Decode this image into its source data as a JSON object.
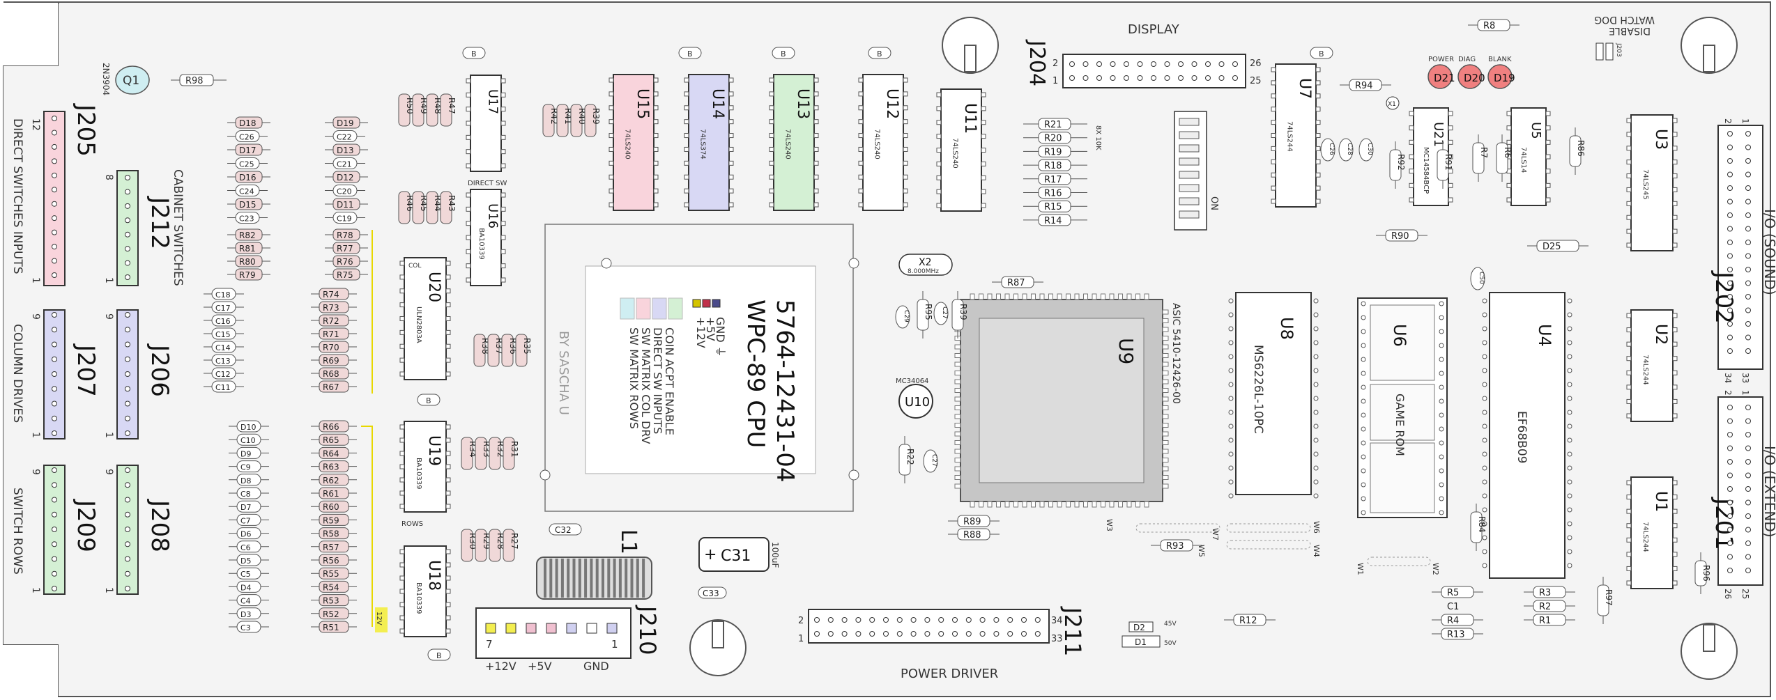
{
  "board": {
    "title_line1": "5764-12431-04",
    "title_line2": "WPC-89 CPU",
    "credit": "BY SASCHA U"
  },
  "legend": [
    {
      "text": "GND ⏚",
      "color": "#4a4a8a"
    },
    {
      "text": "+5V",
      "color": "#c0304a"
    },
    {
      "text": "+12V",
      "color": "#d4c400"
    },
    {
      "text": "COIN ACPT ENABLE",
      "color": "#cfeef2"
    },
    {
      "text": "DIRECT SW INPUTS",
      "color": "#f9d4dc"
    },
    {
      "text": "SW MATRIX COL DRV",
      "color": "#d8d8f4"
    },
    {
      "text": "SW MATRIX ROWS",
      "color": "#d4f0d4"
    }
  ],
  "connectors": {
    "J205": {
      "id": "J205",
      "label": "DIRECT SWITCHES INPUTS",
      "pin_top": "12",
      "pin_bottom": "1"
    },
    "J212": {
      "id": "J212",
      "label": "CABINET SWITCHES",
      "pin_top": "8",
      "pin_bottom": "1"
    },
    "J207": {
      "id": "J207",
      "label": "COLUMN DRIVES",
      "pin_top": "9",
      "pin_bottom": "1"
    },
    "J206": {
      "id": "J206",
      "pin_top": "9",
      "pin_bottom": "1"
    },
    "J209": {
      "id": "J209",
      "label": "SWITCH ROWS",
      "pin_top": "9",
      "pin_bottom": "1"
    },
    "J208": {
      "id": "J208",
      "pin_top": "9",
      "pin_bottom": "1"
    },
    "J204": {
      "id": "J204",
      "label": "DISPLAY",
      "pin_a": "2",
      "pin_b": "1",
      "pin_c": "26",
      "pin_d": "25"
    },
    "J210": {
      "id": "J210",
      "labels": [
        "+12V",
        "+5V",
        "GND"
      ],
      "pin_left": "7",
      "pin_right": "1"
    },
    "J211": {
      "id": "J211",
      "label": "POWER DRIVER",
      "pin_a": "2",
      "pin_b": "1",
      "pin_c": "34",
      "pin_d": "33"
    },
    "J202": {
      "id": "J202",
      "label": "I/O (SOUND)",
      "pin_a": "2",
      "pin_b": "1",
      "pin_c": "34",
      "pin_d": "33"
    },
    "J201": {
      "id": "J201",
      "label": "I/O (EXTEND)",
      "pin_a": "2",
      "pin_b": "1",
      "pin_c": "26",
      "pin_d": "25"
    }
  },
  "chips": {
    "U15": {
      "id": "U15",
      "part": "74LS240"
    },
    "U14": {
      "id": "U14",
      "part": "74LS374"
    },
    "U13": {
      "id": "U13",
      "part": "74LS240"
    },
    "U12": {
      "id": "U12",
      "part": "74LS240"
    },
    "U11": {
      "id": "U11",
      "part": "74LS240"
    },
    "U17": {
      "id": "U17",
      "part": "",
      "caption": "DIRECT SW"
    },
    "U16": {
      "id": "U16",
      "part": "BA10339"
    },
    "U20": {
      "id": "U20",
      "part": "ULN2803A",
      "tag": "COL"
    },
    "U19": {
      "id": "U19",
      "part": "BA10339",
      "caption": "ROWS"
    },
    "U18": {
      "id": "U18",
      "part": "BA10339"
    },
    "U9": {
      "id": "U9",
      "part": "ASIC 5410-12426-00"
    },
    "U8": {
      "id": "U8",
      "part": "MS6226L-10PC"
    },
    "U6": {
      "id": "U6",
      "part": "GAME ROM"
    },
    "U4": {
      "id": "U4",
      "part": "EF68B09"
    },
    "U7": {
      "id": "U7",
      "part": "74LS244"
    },
    "U21": {
      "id": "U21",
      "part": "MC14584BCP"
    },
    "U5": {
      "id": "U5",
      "part": "74LS14"
    },
    "U3": {
      "id": "U3",
      "part": "74LS245"
    },
    "U2": {
      "id": "U2",
      "part": "74LS244"
    },
    "U1": {
      "id": "U1",
      "part": "74LS244"
    },
    "U10": {
      "id": "U10",
      "part": "MC34064"
    }
  },
  "parts": {
    "Q1": "Q1",
    "Q1_part": "2N3904",
    "R98": "R98",
    "X2": "X2",
    "X2_freq": "8.000MHz",
    "X1": "X1",
    "C31": "C31",
    "C31_value": "100uF",
    "L1": "L1",
    "C32": "C32",
    "C33": "C33",
    "R87": "R87",
    "R95": "R95",
    "R39": "R39",
    "C29": "C29",
    "C27": "C27",
    "R22": "R22",
    "R89": "R89",
    "R88": "R88",
    "R93": "R93",
    "R94": "R94",
    "R8": "R8",
    "R90": "R90",
    "D25": "D25",
    "R12": "R12",
    "D2": "D2",
    "D1": "D1",
    "R5": "R5",
    "C1": "C1",
    "R4": "R4",
    "R13": "R13",
    "R3": "R3",
    "R2": "R2",
    "R1": "R1",
    "R97": "R97",
    "R84": "R84",
    "R96": "R96",
    "C50": "C50",
    "R86": "R86",
    "R92": "R92",
    "R91": "R91",
    "R7": "R7",
    "R6": "R6",
    "C28": "C28",
    "C30": "C30",
    "C26": "C26",
    "W1": "W1",
    "W2": "W2",
    "W3": "W3",
    "W4": "W4",
    "W5": "W5",
    "W6": "W6",
    "W7": "W7",
    "rn_note": "8X 10K",
    "sw_label": "ON"
  },
  "leds": [
    {
      "id": "D21",
      "label": "POWER"
    },
    {
      "id": "D20",
      "label": "DIAG"
    },
    {
      "id": "D19",
      "label": "BLANK"
    }
  ],
  "watchdog": {
    "line1": "WATCH DOG",
    "line2": "DISABLE",
    "jumper": "J203"
  },
  "res_net_column": [
    "R21",
    "R20",
    "R19",
    "R18",
    "R17",
    "R16",
    "R15",
    "R14"
  ],
  "left_parts": {
    "direct": [
      [
        "D18",
        "D19"
      ],
      [
        "C26",
        "C22"
      ],
      [
        "D17",
        "D13"
      ],
      [
        "C25",
        "C21"
      ],
      [
        "D16",
        "D12"
      ],
      [
        "C24",
        "C20"
      ],
      [
        "D15",
        "D11"
      ],
      [
        "C23",
        "C19"
      ]
    ],
    "cab_res": [
      [
        "R82",
        "R78"
      ],
      [
        "R81",
        "R77"
      ],
      [
        "R80",
        "R76"
      ],
      [
        "R79",
        "R75"
      ]
    ],
    "col_caps": [
      "C18",
      "C17",
      "C16",
      "C15",
      "C14",
      "C13",
      "C12",
      "C11"
    ],
    "col_res": [
      "R74",
      "R73",
      "R72",
      "R71",
      "R70",
      "R69",
      "R68",
      "R67"
    ],
    "row_diodes": [
      "D10",
      "C10",
      "D9",
      "C9",
      "D8",
      "C8",
      "D7",
      "C7",
      "D6",
      "C6",
      "D5",
      "C5",
      "D4",
      "C4",
      "D3",
      "C3"
    ],
    "row_res": [
      "R66",
      "R65",
      "R64",
      "R63",
      "R62",
      "R61",
      "R60",
      "R59",
      "R58",
      "R57",
      "R56",
      "R55",
      "R54",
      "R53",
      "R52",
      "R51"
    ],
    "top_res": [
      "R50",
      "R49",
      "R48",
      "R47"
    ],
    "mid_res": [
      "R46",
      "R45",
      "R44",
      "R43"
    ],
    "sip_res": [
      "R42",
      "R41",
      "R40",
      "R39"
    ],
    "col_pull": [
      "R38",
      "R37",
      "R36",
      "R35"
    ],
    "row_pull": [
      "R34",
      "R33",
      "R32",
      "R31"
    ],
    "row_pull2": [
      "R30",
      "R29",
      "R28",
      "R27"
    ]
  },
  "misc_text": {
    "v5": "5V",
    "v12": "12V",
    "v45": "45V",
    "v50": "50V",
    "b_tag": "B"
  },
  "colors": {
    "outline": "#555555",
    "pink": "#f9d4dc",
    "lavender": "#d8d8f4",
    "mint": "#d4f0d4",
    "cyan": "#cfeef2",
    "yellow": "#e8d800",
    "led": "#f08080",
    "chip_body": "#ffffff"
  }
}
